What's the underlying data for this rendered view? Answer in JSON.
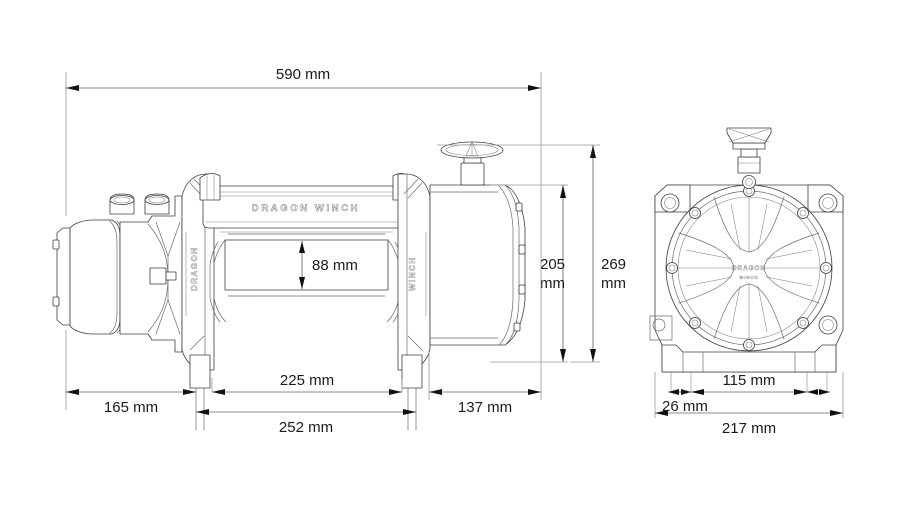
{
  "drawing": {
    "title": "Dragon Winch industrial hydraulic winch dimensional drawing",
    "units": "mm",
    "background_color": "#ffffff",
    "line_color": "#3c3c3c",
    "dimension_color": "#666666",
    "text_color": "#1a1a1a"
  },
  "branding": {
    "tie_bar_text": "DRAGON WINCH",
    "left_plate_text": "DRAGON",
    "right_plate_text": "WINCH",
    "end_view_logo_line1": "DRAGON",
    "end_view_logo_line2": "WINCH"
  },
  "views": {
    "side": {
      "name": "side-elevation-view",
      "label": ""
    },
    "end": {
      "name": "end-elevation-view",
      "label": ""
    }
  },
  "dimensions": {
    "overall_length": "590 mm",
    "drum_diameter": "88 mm",
    "drum_width": "225 mm",
    "mount_hole_spacing": "252 mm",
    "motor_side_length": "165 mm",
    "gearbox_side_length": "137 mm",
    "gearbox_height": "205 mm",
    "overall_height": "269 mm",
    "end_foot_spacing": "115 mm",
    "end_foot_width": "26 mm",
    "end_overall_width": "217 mm"
  },
  "dimension_list": [
    {
      "id": "overall-length",
      "value": "590 mm",
      "orientation": "horizontal",
      "view": "side"
    },
    {
      "id": "drum-diameter",
      "value": "88 mm",
      "orientation": "vertical",
      "view": "side"
    },
    {
      "id": "gearbox-height",
      "value": "205 mm",
      "orientation": "vertical",
      "view": "side"
    },
    {
      "id": "overall-height",
      "value": "269 mm",
      "orientation": "vertical",
      "view": "side"
    },
    {
      "id": "motor-side-length",
      "value": "165 mm",
      "orientation": "horizontal",
      "view": "side"
    },
    {
      "id": "drum-width",
      "value": "225 mm",
      "orientation": "horizontal",
      "view": "side"
    },
    {
      "id": "mount-hole-spacing",
      "value": "252 mm",
      "orientation": "horizontal",
      "view": "side"
    },
    {
      "id": "gearbox-side-length",
      "value": "137 mm",
      "orientation": "horizontal",
      "view": "side"
    },
    {
      "id": "end-foot-spacing",
      "value": "115 mm",
      "orientation": "horizontal",
      "view": "end"
    },
    {
      "id": "end-foot-width",
      "value": "26 mm",
      "orientation": "horizontal",
      "view": "end"
    },
    {
      "id": "end-overall-width",
      "value": "217 mm",
      "orientation": "horizontal",
      "view": "end"
    }
  ],
  "text_fragments": {
    "h205_line1": "205",
    "h205_line2": "mm",
    "h269_line1": "269",
    "h269_line2": "mm"
  }
}
